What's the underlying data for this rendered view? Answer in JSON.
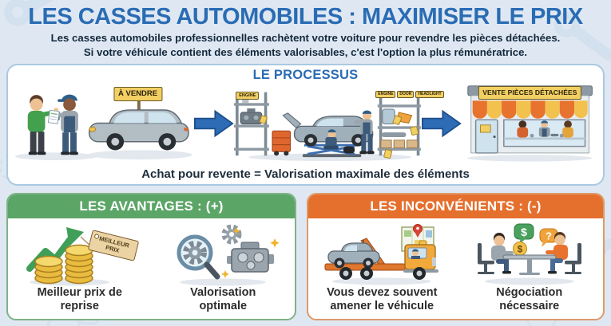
{
  "header": {
    "title": "LES CASSES AUTOMOBILES : MAXIMISER LE PRIX",
    "subtitle_line1": "Les casses automobiles professionnelles rachètent votre voiture pour revendre les pièces détachées.",
    "subtitle_line2": "Si votre véhicule contient des éléments valorisables, c'est l'option la plus rémunératrice."
  },
  "process": {
    "title": "LE PROCESSUS",
    "caption": "Achat pour revente = Valorisation maximale des éléments",
    "for_sale_sign": "À VENDRE",
    "left_shelf_tag": "ENGINE",
    "shelf_tags": [
      "ENGINE",
      "DOOR",
      "HEADLIGHT"
    ],
    "shop_sign": "VENTE PIÈCES DÉTACHÉES"
  },
  "advantages": {
    "title": "LES AVANTAGES : (+)",
    "price_tag": "MEILLEUR PRIX",
    "items": [
      {
        "label": "Meilleur prix de reprise"
      },
      {
        "label": "Valorisation optimale"
      }
    ]
  },
  "disadvantages": {
    "title": "LES INCONVÉNIENTS : (-)",
    "items": [
      {
        "label": "Vous devez souvent amener le véhicule"
      },
      {
        "label": "Négociation nécessaire"
      }
    ],
    "bubble_dollar": "$",
    "bubble_question": "?"
  },
  "colors": {
    "title_blue": "#2a6cb4",
    "panel_border_blue": "#a9c9e2",
    "advantages_green": "#5ba567",
    "disadvantages_orange": "#e56f2d",
    "arrow_blue": "#2e6cb5",
    "sign_yellow": "#f2cf63",
    "background": "#dfe8f2"
  }
}
